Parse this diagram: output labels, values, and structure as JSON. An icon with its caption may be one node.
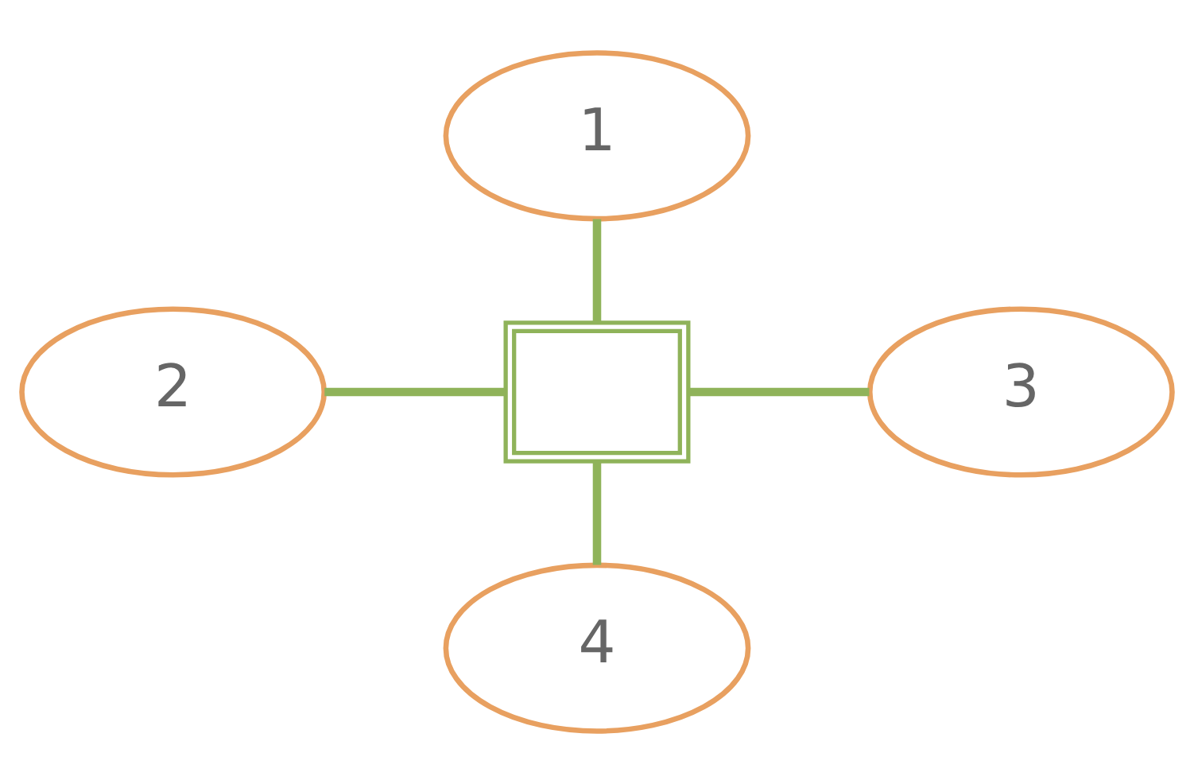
{
  "diagram": {
    "nodes": [
      {
        "text": [
          "1"
        ]
      },
      {
        "text": [
          "2"
        ]
      },
      {
        "text": [],
        "shape": "box"
      },
      {
        "text": [
          "3"
        ]
      },
      {
        "text": [
          "4"
        ]
      }
    ],
    "edges": [
      {
        "from": 0,
        "to": 2,
        "arrow": "none"
      },
      {
        "from": 1,
        "to": 2,
        "arrow": "none"
      },
      {
        "from": 2,
        "to": 3,
        "arrow": "none"
      },
      {
        "from": 2,
        "to": 4,
        "arrow": "none"
      }
    ]
  }
}
